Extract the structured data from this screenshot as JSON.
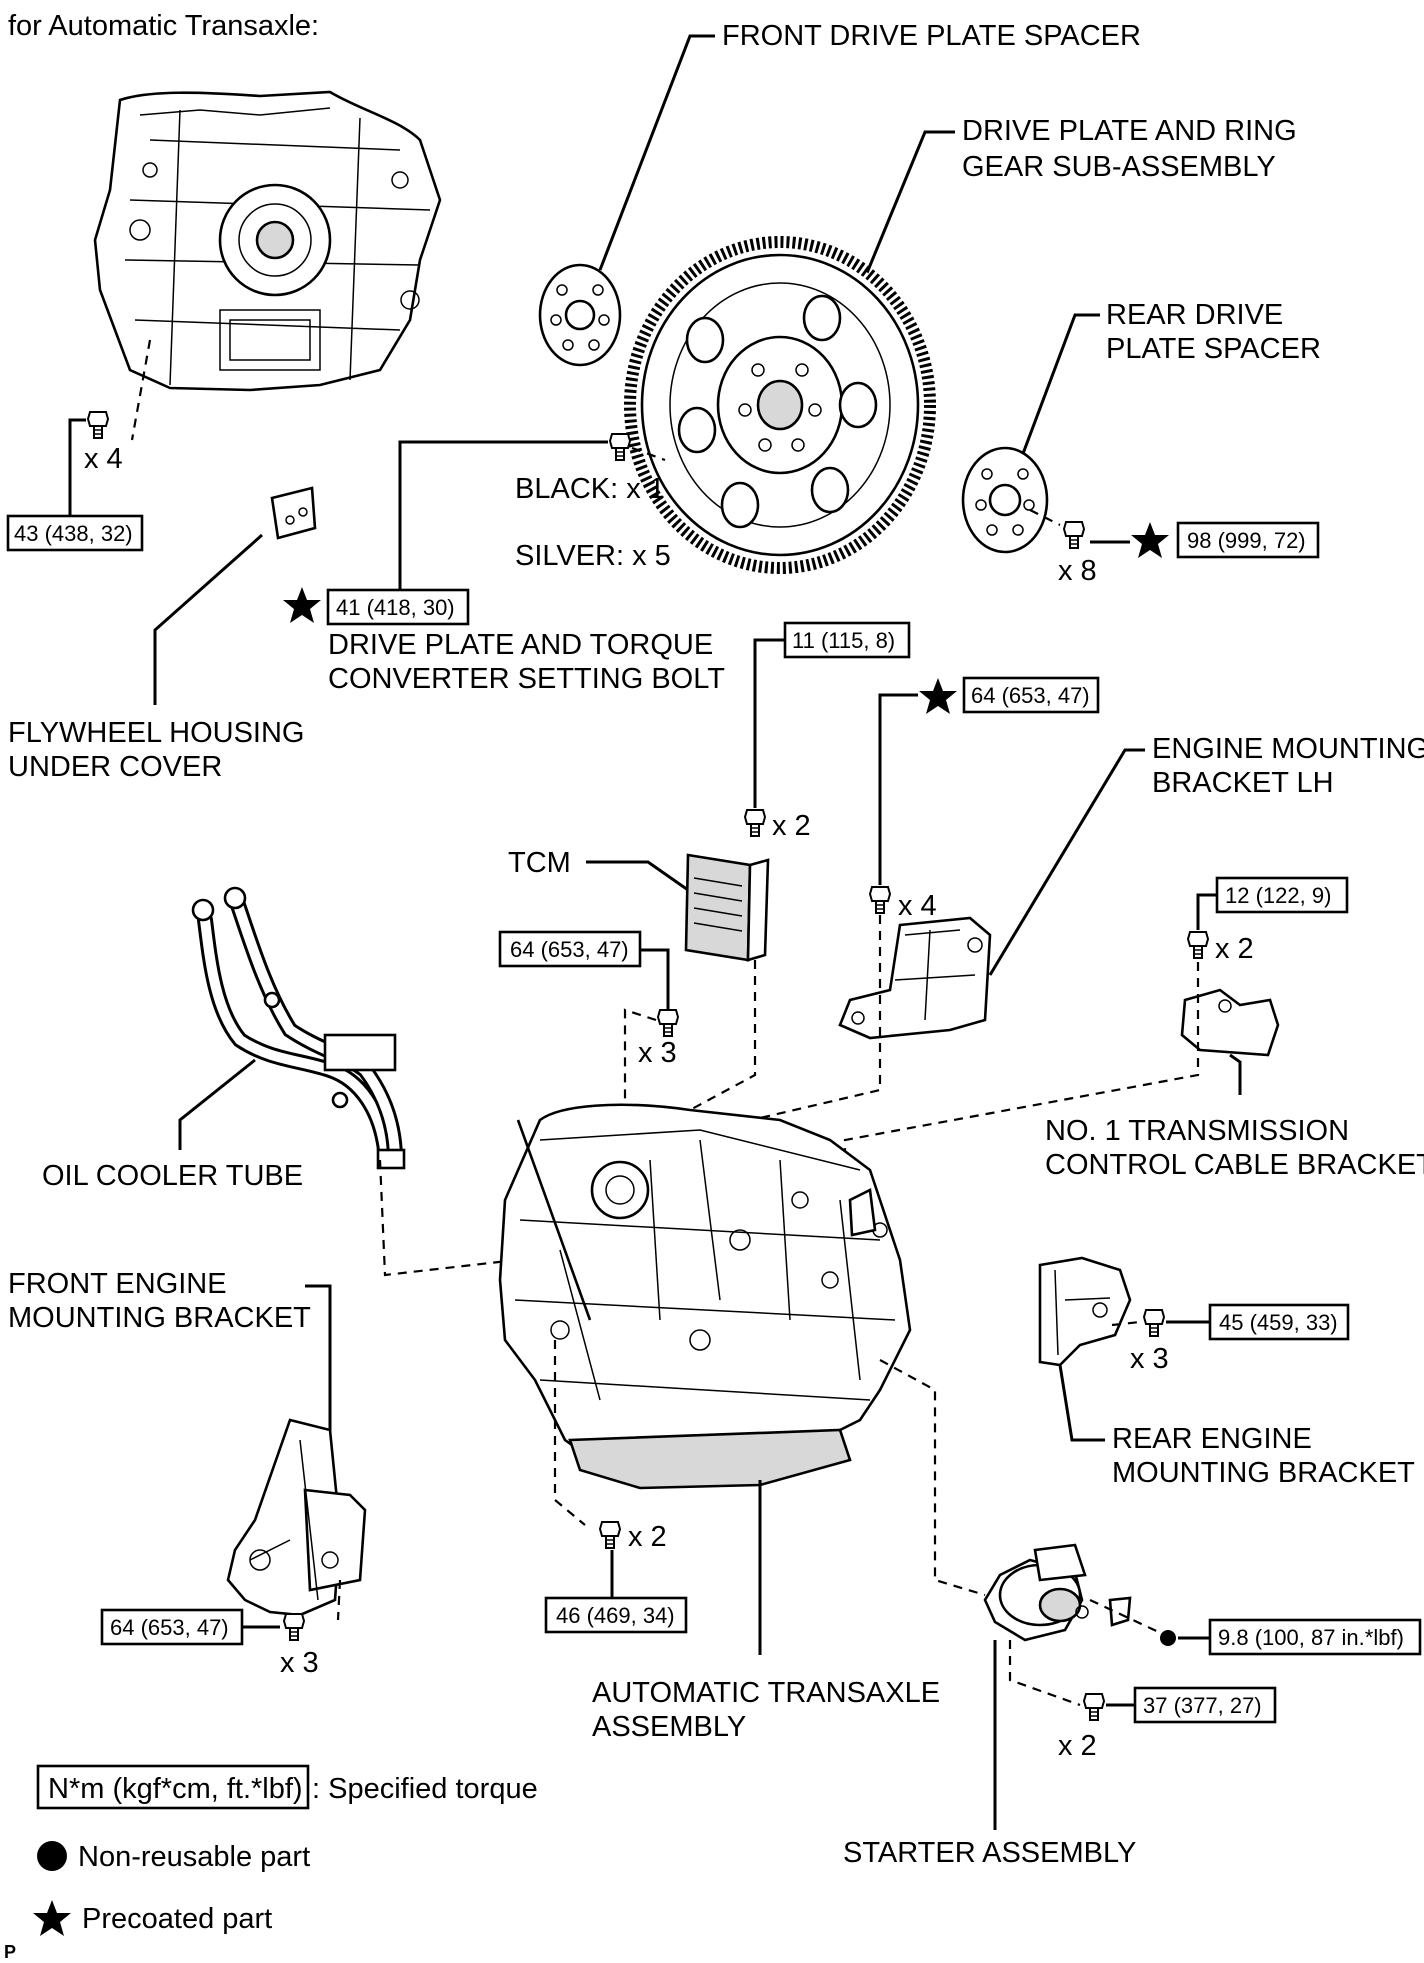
{
  "heading": "for Automatic Transaxle:",
  "corner_mark": "P",
  "parts": {
    "front_spacer": "FRONT DRIVE PLATE SPACER",
    "drive_plate_1": "DRIVE PLATE AND RING",
    "drive_plate_2": "GEAR SUB-ASSEMBLY",
    "rear_spacer_1": "REAR DRIVE",
    "rear_spacer_2": "PLATE SPACER",
    "setting_bolt_1": "DRIVE PLATE AND TORQUE",
    "setting_bolt_2": "CONVERTER SETTING BOLT",
    "flywheel_cover_1": "FLYWHEEL HOUSING",
    "flywheel_cover_2": "UNDER COVER",
    "engine_bracket_lh_1": "ENGINE MOUNTING",
    "engine_bracket_lh_2": "BRACKET LH",
    "tcm": "TCM",
    "cable_bracket_1": "NO. 1 TRANSMISSION",
    "cable_bracket_2": "CONTROL CABLE BRACKET",
    "oil_cooler_tube": "OIL COOLER TUBE",
    "front_mount_1": "FRONT ENGINE",
    "front_mount_2": "MOUNTING BRACKET",
    "rear_mount_1": "REAR ENGINE",
    "rear_mount_2": "MOUNTING BRACKET",
    "transaxle_1": "AUTOMATIC TRANSAXLE",
    "transaxle_2": "ASSEMBLY",
    "starter": "STARTER ASSEMBLY"
  },
  "bolt_notes": {
    "black": "BLACK: x 1",
    "silver": "SILVER: x 5"
  },
  "torques": {
    "housing_bolts": "43 (438, 32)",
    "setting_bolt": "41 (418, 30)",
    "rear_spacer": "98 (999, 72)",
    "tcm_bolts": "11 (115, 8)",
    "bracket_lh": "64 (653, 47)",
    "cable_bracket": "12 (122, 9)",
    "case_bolts": "64 (653, 47)",
    "rear_mount": "45 (459, 33)",
    "front_mount": "64 (653, 47)",
    "lower_bolts": "46 (469, 34)",
    "starter_nut": "9.8 (100, 87 in.*lbf)",
    "starter_bolts": "37 (377, 27)"
  },
  "quantities": {
    "housing": "x 4",
    "rear_spacer": "x 8",
    "tcm": "x 2",
    "bracket_lh": "x 4",
    "cable_bracket": "x 2",
    "case": "x 3",
    "rear_mount": "x 3",
    "front_mount": "x 3",
    "lower": "x 2",
    "starter": "x 2"
  },
  "legend": {
    "torque_unit": "N*m (kgf*cm, ft.*lbf)",
    "torque_desc": ": Specified torque",
    "non_reusable": "Non-reusable part",
    "precoated": "Precoated part"
  }
}
